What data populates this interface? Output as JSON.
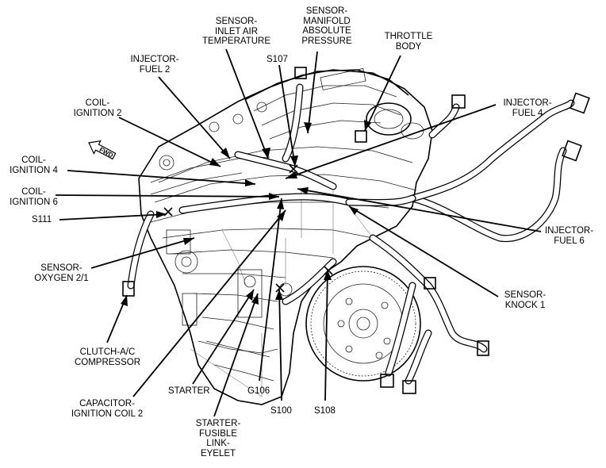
{
  "arrow_marker": {
    "text": "FWD"
  },
  "labels": {
    "sensor_inlet_air": [
      "SENSOR-",
      "INLET AIR",
      "TEMPERATURE"
    ],
    "sensor_map": [
      "SENSOR-",
      "MANIFOLD",
      "ABSOLUTE",
      "PRESSURE"
    ],
    "throttle_body": [
      "THROTTLE",
      "BODY"
    ],
    "injector_fuel_2": [
      "INJECTOR-",
      "FUEL 2"
    ],
    "s107": [
      "S107"
    ],
    "coil_ignition_2": [
      "COIL-",
      "IGNITION 2"
    ],
    "injector_fuel_4": [
      "INJECTOR-",
      "FUEL 4"
    ],
    "coil_ignition_4": [
      "COIL-",
      "IGNITION 4"
    ],
    "coil_ignition_6": [
      "COIL-",
      "IGNITION 6"
    ],
    "s111": [
      "S111"
    ],
    "injector_fuel_6": [
      "INJECTOR-",
      "FUEL 6"
    ],
    "sensor_oxygen": [
      "SENSOR-",
      "OXYGEN 2/1"
    ],
    "sensor_knock": [
      "SENSOR-",
      "KNOCK 1"
    ],
    "clutch_ac": [
      "CLUTCH-A/C",
      "COMPRESSOR"
    ],
    "starter": [
      "STARTER"
    ],
    "g106": [
      "G106"
    ],
    "capacitor": [
      "CAPACITOR-",
      "IGNITION COIL 2"
    ],
    "s100": [
      "S100"
    ],
    "s108": [
      "S108"
    ],
    "starter_fusible": [
      "STARTER-",
      "FUSIBLE",
      "LINK-",
      "EYELET"
    ]
  }
}
